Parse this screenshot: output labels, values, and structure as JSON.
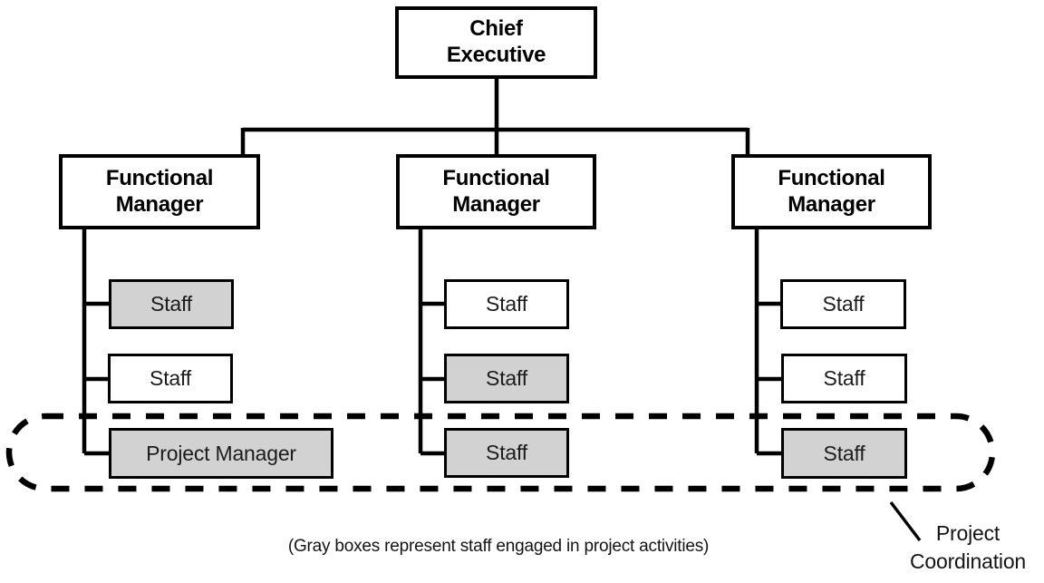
{
  "diagram": {
    "type": "org-chart",
    "nodes": {
      "chief_executive": {
        "label": "Chief\nExecutive",
        "highlighted": false
      },
      "functional_manager_1": {
        "label": "Functional\nManager",
        "highlighted": false
      },
      "functional_manager_2": {
        "label": "Functional\nManager",
        "highlighted": false
      },
      "functional_manager_3": {
        "label": "Functional\nManager",
        "highlighted": false
      },
      "col1_staff_1": {
        "label": "Staff",
        "highlighted": true
      },
      "col1_staff_2": {
        "label": "Staff",
        "highlighted": false
      },
      "col1_project_manager": {
        "label": "Project Manager",
        "highlighted": true
      },
      "col2_staff_1": {
        "label": "Staff",
        "highlighted": false
      },
      "col2_staff_2": {
        "label": "Staff",
        "highlighted": true
      },
      "col2_staff_3": {
        "label": "Staff",
        "highlighted": true
      },
      "col3_staff_1": {
        "label": "Staff",
        "highlighted": false
      },
      "col3_staff_2": {
        "label": "Staff",
        "highlighted": false
      },
      "col3_staff_3": {
        "label": "Staff",
        "highlighted": true
      }
    },
    "annotations": {
      "project_coordination_label": "Project\nCoordination",
      "caption": "(Gray boxes represent staff engaged in project activities)"
    },
    "colors": {
      "line": "#000000",
      "box_fill": "#ffffff",
      "highlight_fill": "#d2d2d2"
    }
  }
}
